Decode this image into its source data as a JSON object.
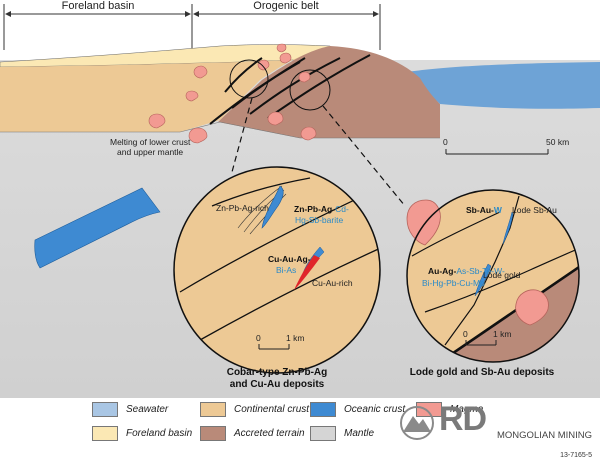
{
  "header": {
    "foreland_label": "Foreland basin",
    "orogenic_label": "Orogenic belt"
  },
  "cross_section": {
    "melting_label_line1": "Melting of lower crust",
    "melting_label_line2": "and upper mantle",
    "scale": {
      "start": "0",
      "end": "50 km"
    }
  },
  "inset_left": {
    "labels": {
      "zn_pb_ag_rich": "Zn-Pb-Ag-rich",
      "metals1_black": "Zn-Pb-Ag-",
      "metals1_blue_a": "Cd-",
      "metals1_blue_b": "Hg-Sb-barite",
      "metals2_black": "Cu-Au-Ag-",
      "metals2_blue": "Bi-As",
      "cu_au_rich": "Cu-Au-rich"
    },
    "scale": {
      "start": "0",
      "end": "1 km"
    },
    "caption_line1": "Cobar-type Zn-Pb-Ag",
    "caption_line2": "and Cu-Au deposits"
  },
  "inset_right": {
    "labels": {
      "sb_au_w_black": "Sb-Au-",
      "sb_au_w_blue": "W",
      "lode_sb_au": "Lode Sb-Au",
      "metals_black": "Au-Ag-",
      "metals_blue_a": "As-Sb-Te-W-",
      "metals_blue_b": "Bi-Hg-Pb-Cu-Mo",
      "lode_gold": "Lode gold"
    },
    "scale": {
      "start": "0",
      "end": "1 km"
    },
    "caption": "Lode gold and Sb-Au deposits"
  },
  "legend": [
    {
      "label": "Seawater",
      "color": "#a9c6e4"
    },
    {
      "label": "Continental crust",
      "color": "#edc995"
    },
    {
      "label": "Oceanic crust",
      "color": "#3e8ad2"
    },
    {
      "label": "Magma",
      "color": "#f29a92"
    },
    {
      "label": "Foreland basin",
      "color": "#fbe8b4"
    },
    {
      "label": "Accreted terrain",
      "color": "#b98a79"
    },
    {
      "label": "Mantle",
      "color": "#d5d5d5"
    }
  ],
  "brand": {
    "logo_text": "RD",
    "name": "MONGOLIAN MINING"
  },
  "figure_id": "13-7165-5",
  "colors": {
    "seawater": "#a9c6e4",
    "continental": "#edc995",
    "oceanic": "#3e8ad2",
    "magma": "#f29a92",
    "foreland": "#fbe8b4",
    "accreted": "#b98a79",
    "mantle": "#d5d5d5",
    "ore_red": "#e0252a",
    "metal_blue": "#2a8ac8"
  }
}
